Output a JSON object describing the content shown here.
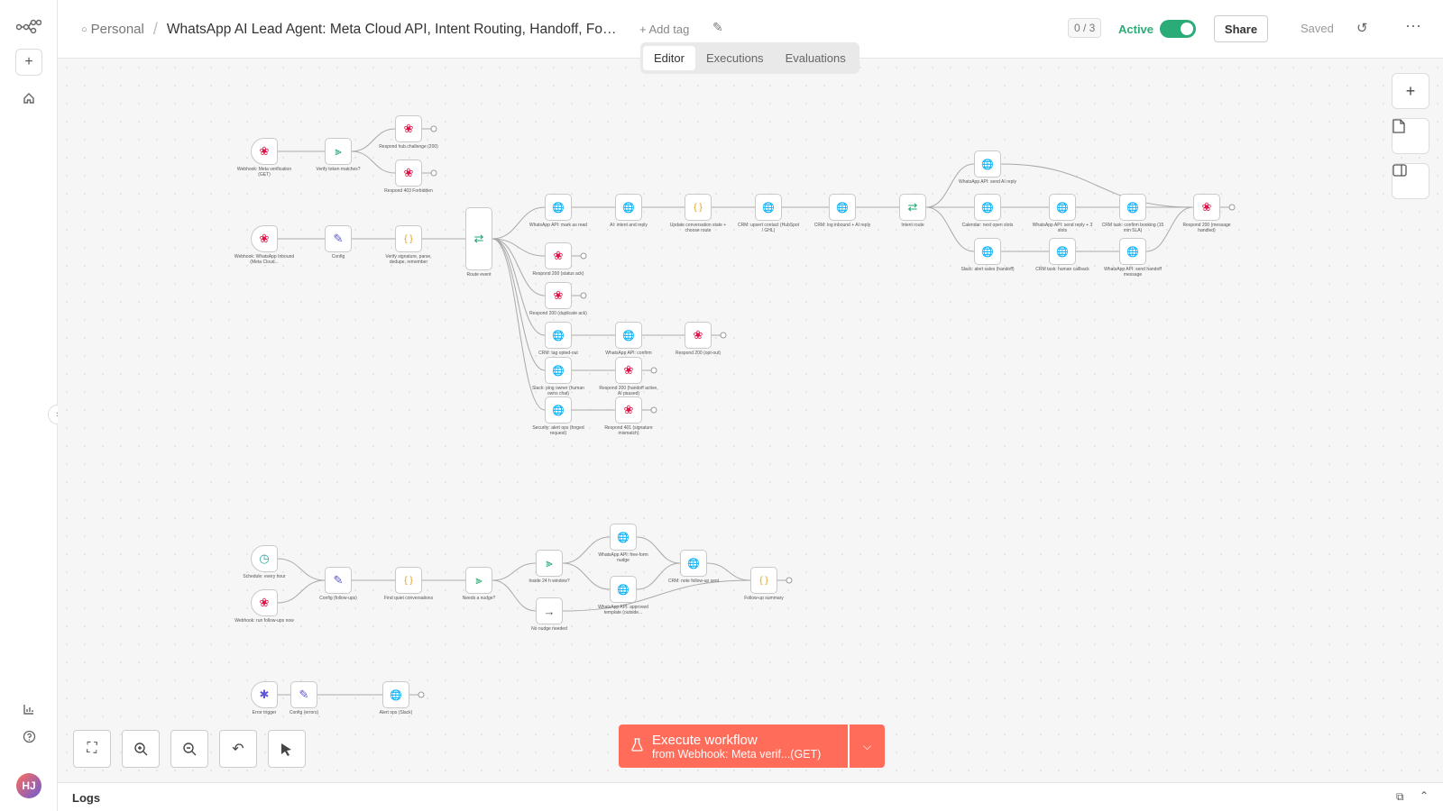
{
  "header": {
    "breadcrumb_project": "Personal",
    "workflow_name": "WhatsApp AI Lead Agent: Meta Cloud API, Intent Routing, Handoff, Follow-...",
    "add_tag": "+ Add tag",
    "pager": "0 / 3",
    "active_label": "Active",
    "active": true,
    "share_label": "Share",
    "saved_label": "Saved"
  },
  "tabs": [
    {
      "label": "Editor",
      "active": true
    },
    {
      "label": "Executions",
      "active": false
    },
    {
      "label": "Evaluations",
      "active": false
    }
  ],
  "rail": {
    "avatar_initials": "HJ"
  },
  "canvas": {
    "nodes": [
      {
        "id": "n1",
        "label": "Webhook: Meta verification (GET)",
        "icon": "webhook-icon"
      },
      {
        "id": "n2",
        "label": "Verify token matches?",
        "icon": "if-icon"
      },
      {
        "id": "n3",
        "label": "Respond hub.challenge (200)",
        "icon": "webhook-icon"
      },
      {
        "id": "n4",
        "label": "Respond 403 Forbidden",
        "icon": "webhook-icon"
      },
      {
        "id": "n5",
        "label": "Webhook: WhatsApp Inbound (Meta Cloud...",
        "icon": "webhook-icon"
      },
      {
        "id": "n6",
        "label": "Config",
        "icon": "edit-icon"
      },
      {
        "id": "n7",
        "label": "Verify signature, parse, dedupe, remember",
        "icon": "code-icon"
      },
      {
        "id": "n8",
        "label": "Route event",
        "icon": "switch-icon"
      },
      {
        "id": "n9",
        "label": "WhatsApp API: mark as read",
        "icon": "globe-icon"
      },
      {
        "id": "n10",
        "label": "AI: intent and reply",
        "icon": "globe-icon"
      },
      {
        "id": "n11",
        "label": "Update conversation state + choose route",
        "icon": "code-icon"
      },
      {
        "id": "n12",
        "label": "CRM: upsert contact (HubSpot / GHL)",
        "icon": "globe-icon"
      },
      {
        "id": "n13",
        "label": "CRM: log inbound + AI reply",
        "icon": "globe-icon"
      },
      {
        "id": "n14",
        "label": "Intent route",
        "icon": "switch-icon"
      },
      {
        "id": "n15",
        "label": "WhatsApp API: send AI reply",
        "icon": "globe-icon"
      },
      {
        "id": "n16",
        "label": "Calendar: next open slots",
        "icon": "globe-icon"
      },
      {
        "id": "n17",
        "label": "WhatsApp API: send reply + 3 slots",
        "icon": "globe-icon"
      },
      {
        "id": "n18",
        "label": "CRM task: confirm booking (15 min SLA)",
        "icon": "globe-icon"
      },
      {
        "id": "n19",
        "label": "Respond 200 (message handled)",
        "icon": "webhook-icon"
      },
      {
        "id": "n20",
        "label": "Slack: alert sales (handoff)",
        "icon": "globe-icon"
      },
      {
        "id": "n21",
        "label": "CRM task: human callback",
        "icon": "globe-icon"
      },
      {
        "id": "n22",
        "label": "WhatsApp API: send handoff message",
        "icon": "globe-icon"
      },
      {
        "id": "n23",
        "label": "Respond 200 (status ack)",
        "icon": "webhook-icon"
      },
      {
        "id": "n24",
        "label": "Respond 200 (duplicate ack)",
        "icon": "webhook-icon"
      },
      {
        "id": "n25",
        "label": "CRM: tag opted-out",
        "icon": "globe-icon"
      },
      {
        "id": "n26",
        "label": "WhatsApp API: confirm",
        "icon": "globe-icon"
      },
      {
        "id": "n27",
        "label": "Respond 200 (opt-out)",
        "icon": "webhook-icon"
      },
      {
        "id": "n28",
        "label": "Slack: ping owner (human owns chat)",
        "icon": "globe-icon"
      },
      {
        "id": "n29",
        "label": "Respond 200 (handoff active, AI paused)",
        "icon": "webhook-icon"
      },
      {
        "id": "n30",
        "label": "Security: alert ops (forged request)",
        "icon": "globe-icon"
      },
      {
        "id": "n31",
        "label": "Respond 401 (signature mismatch)",
        "icon": "webhook-icon"
      },
      {
        "id": "n32",
        "label": "Schedule: every hour",
        "icon": "clock-icon"
      },
      {
        "id": "n33",
        "label": "Webhook: run follow-ups now",
        "icon": "webhook-icon"
      },
      {
        "id": "n34",
        "label": "Config (follow-ups)",
        "icon": "edit-icon"
      },
      {
        "id": "n35",
        "label": "Find quiet conversations",
        "icon": "code-icon"
      },
      {
        "id": "n36",
        "label": "Needs a nudge?",
        "icon": "if-icon"
      },
      {
        "id": "n37",
        "label": "Inside 24 h window?",
        "icon": "if-icon"
      },
      {
        "id": "n38",
        "label": "No nudge needed",
        "icon": "arrow-icon"
      },
      {
        "id": "n39",
        "label": "WhatsApp API: free-form nudge",
        "icon": "globe-icon"
      },
      {
        "id": "n40",
        "label": "WhatsApp API: approved template (outside...",
        "icon": "globe-icon"
      },
      {
        "id": "n41",
        "label": "CRM: note follow-up sent",
        "icon": "globe-icon"
      },
      {
        "id": "n42",
        "label": "Follow-up summary",
        "icon": "code-icon"
      },
      {
        "id": "n43",
        "label": "Error trigger",
        "icon": "bug-icon"
      },
      {
        "id": "n44",
        "label": "Config (errors)",
        "icon": "edit-icon"
      },
      {
        "id": "n45",
        "label": "Alert ops (Slack)",
        "icon": "globe-icon"
      }
    ]
  },
  "execute": {
    "title": "Execute workflow",
    "subtitle": "from Webhook: Meta verif...(GET)"
  },
  "logs": {
    "label": "Logs"
  },
  "colors": {
    "accent": "#ff6d5a",
    "active_green": "#2bac76"
  }
}
